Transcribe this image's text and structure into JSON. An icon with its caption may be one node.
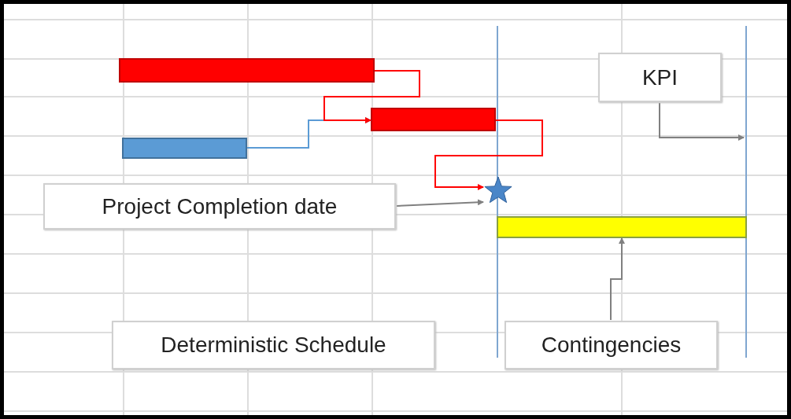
{
  "diagram": {
    "nodes": [
      {
        "text": [],
        "shape": "bar"
      },
      {
        "text": [
          "KPI"
        ]
      },
      {
        "text": [],
        "shape": "bar"
      },
      {
        "text": [],
        "shape": "bar"
      },
      {
        "text": [],
        "shape": "star"
      },
      {
        "text": [
          "Project Completion date"
        ]
      },
      {
        "text": [],
        "shape": "bar"
      },
      {
        "text": [
          "Deterministic Schedule"
        ]
      },
      {
        "text": [
          "Contingencies"
        ]
      }
    ],
    "edges": [
      {
        "from": 0,
        "to": 2,
        "arrow": "to",
        "color": "#ff0000"
      },
      {
        "from": 3,
        "to": 2,
        "arrow": "to",
        "color": "#5b9bd5"
      },
      {
        "from": 2,
        "to": 4,
        "arrow": "to",
        "color": "#ff0000"
      },
      {
        "from": 1,
        "to": null,
        "arrow": "to"
      },
      {
        "from": 5,
        "to": 4,
        "arrow": "to"
      },
      {
        "from": 8,
        "to": 6,
        "arrow": "to"
      }
    ]
  }
}
